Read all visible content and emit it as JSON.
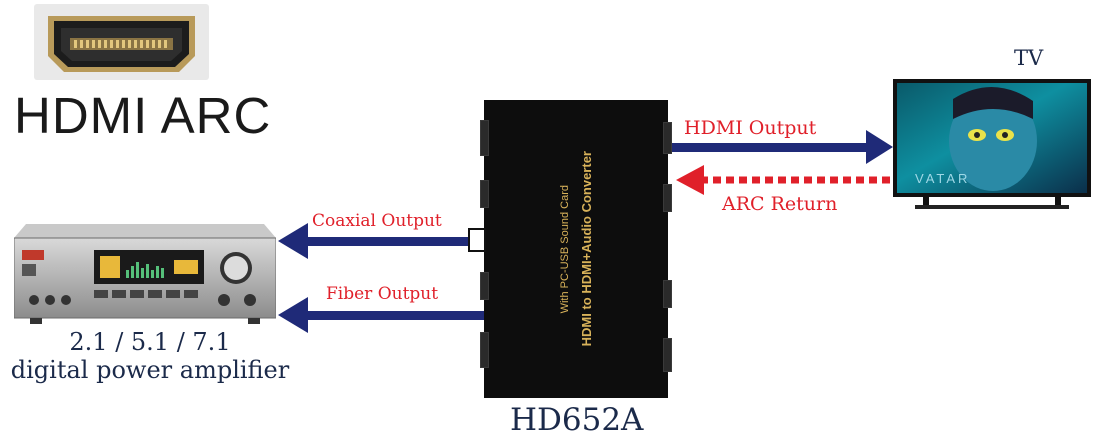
{
  "logo": {
    "title": "HDMI ARC",
    "icon": "hdmi-port-icon"
  },
  "converter": {
    "name": "HDMI to HDMI+Audio Converter",
    "subtitle": "With PC-USB Sound Card",
    "model": "HD652A"
  },
  "tv": {
    "label": "TV",
    "screen_text": "VATAR"
  },
  "amplifier": {
    "caption_line1": "2.1 / 5.1 / 7.1",
    "caption_line2": "digital power amplifier"
  },
  "arrows": {
    "hdmi_output": "HDMI Output",
    "arc_return": "ARC Return",
    "coaxial_output": "Coaxial Output",
    "fiber_output": "Fiber Output"
  },
  "colors": {
    "arrow_blue": "#1f2a78",
    "arrow_red": "#e0202a",
    "label_navy": "#1b2a4a",
    "box_text": "#d8b25a"
  }
}
